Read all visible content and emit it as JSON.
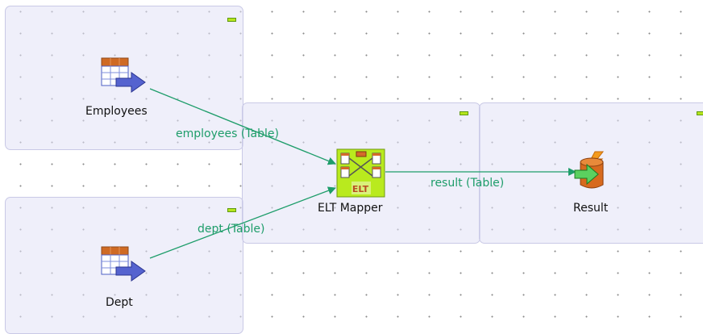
{
  "canvas": {
    "components": {
      "employees": {
        "label": "Employees",
        "icon": "table-input-icon"
      },
      "dept": {
        "label": "Dept",
        "icon": "table-input-icon"
      },
      "elt_mapper": {
        "label": "ELT Mapper",
        "icon": "elt-mapper-icon",
        "icon_text": "ELT"
      },
      "result": {
        "label": "Result",
        "icon": "table-output-icon"
      }
    },
    "links": {
      "employees": "employees (Table)",
      "dept": "dept (Table)",
      "result": "result (Table)"
    }
  },
  "colors": {
    "link": "#1e9d6a",
    "subjob_fill": "#e1e1f6",
    "collapse_button": "#b6e51c"
  }
}
